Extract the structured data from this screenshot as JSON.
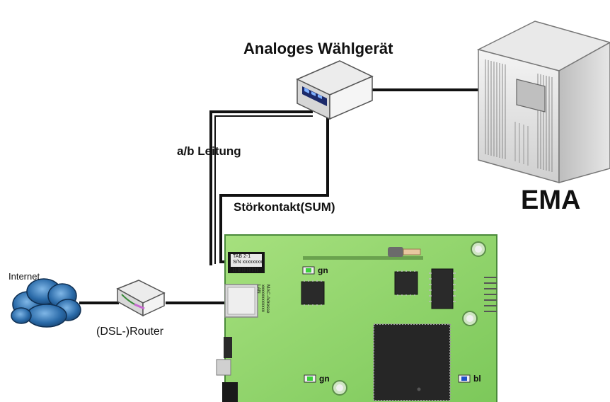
{
  "labels": {
    "dialer": "Analoges Wählgerät",
    "ab_line": "a/b Leitung",
    "fault_contact": "Störkontakt(SUM)",
    "ema": "EMA",
    "internet": "Internet",
    "router": "(DSL-)Router"
  },
  "board": {
    "chip_label_line1": "TAB 2-1",
    "chip_label_line2": "S/N xxxxxxxx",
    "mac_line1": "MAC-Adresse",
    "mac_line2": "xxxxxxxxxxxx",
    "mac_line3": "LAN",
    "led_top": "gn",
    "led_bottom_left": "gn",
    "led_bottom_right": "bl"
  },
  "colors": {
    "board_green": "#8fd36a",
    "board_edge": "#4a8a3a",
    "line": "#111111",
    "cloud_blue": "#1f5f9a",
    "led_green": "#3bd13b",
    "led_blue": "#1f4fc8"
  }
}
